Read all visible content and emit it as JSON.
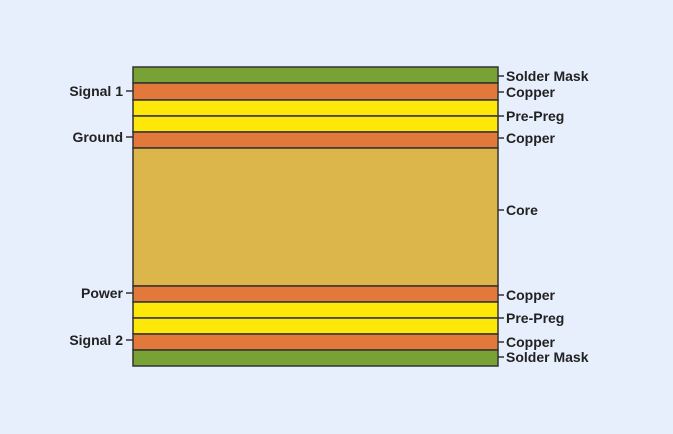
{
  "diagram": {
    "colors": {
      "background": "#e8effc",
      "solder_mask": "#78a136",
      "copper": "#e2783a",
      "pre_preg": "#fde80a",
      "core": "#dcb64a",
      "outline": "#333333"
    },
    "layers": [
      {
        "label": "Solder Mask",
        "material": "solder_mask"
      },
      {
        "label": "Copper",
        "material": "copper",
        "net": "Signal 1"
      },
      {
        "label": "",
        "material": "pre_preg"
      },
      {
        "label": "Pre-Preg",
        "material": "pre_preg"
      },
      {
        "label": "Copper",
        "material": "copper",
        "net": "Ground"
      },
      {
        "label": "Core",
        "material": "core"
      },
      {
        "label": "Copper",
        "material": "copper",
        "net": "Power"
      },
      {
        "label": "Pre-Preg",
        "material": "pre_preg"
      },
      {
        "label": "",
        "material": "pre_preg"
      },
      {
        "label": "Copper",
        "material": "copper",
        "net": "Signal 2"
      },
      {
        "label": "Solder Mask",
        "material": "solder_mask"
      }
    ]
  }
}
